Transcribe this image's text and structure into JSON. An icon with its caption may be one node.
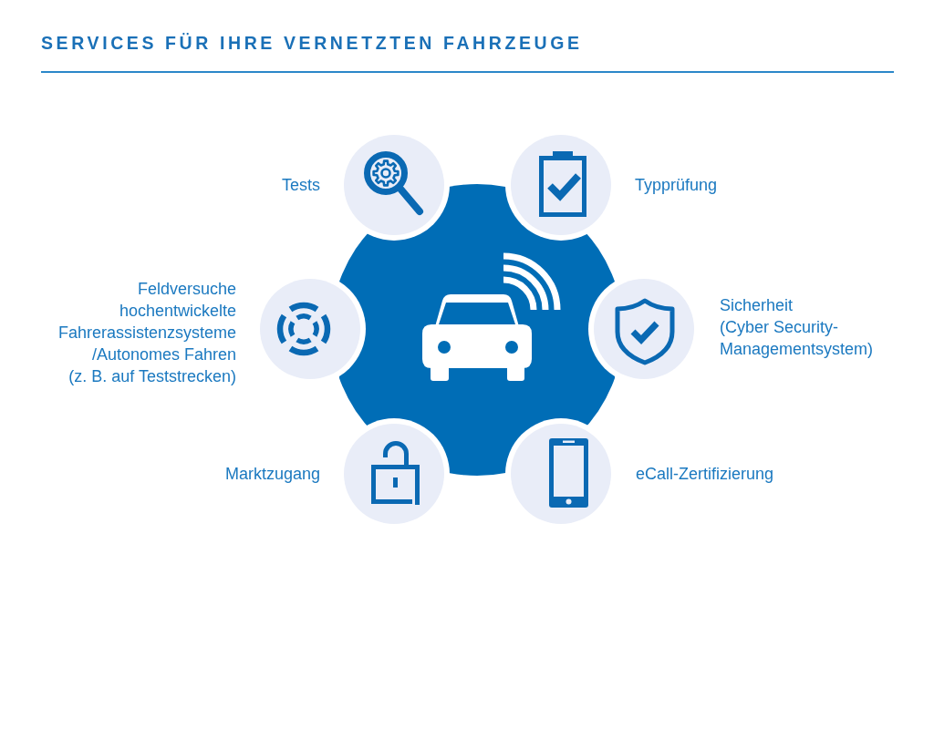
{
  "diagram": {
    "title": "SERVICES FÜR IHRE VERNETZTEN FAHRZEUGE",
    "nodes": [
      {
        "text": [],
        "shape": "circle",
        "beside": [
          "Tests"
        ]
      },
      {
        "text": [],
        "shape": "circle",
        "beside": [
          "Typprüfung"
        ]
      },
      {
        "text": [],
        "shape": "circle",
        "beside": [
          "Feldversuche hochentwickelte Fahrerassistenzsysteme /Autonomes Fahren (z. B. auf Teststrecken)"
        ]
      },
      {
        "text": [],
        "shape": "circle",
        "beside": [
          "Sicherheit (Cyber Security-Managementsystem)"
        ]
      },
      {
        "text": [],
        "shape": "circle",
        "beside": [
          "Marktzugang"
        ]
      },
      {
        "text": [],
        "shape": "circle",
        "beside": [
          "eCall-Zertifizierung"
        ]
      }
    ]
  }
}
